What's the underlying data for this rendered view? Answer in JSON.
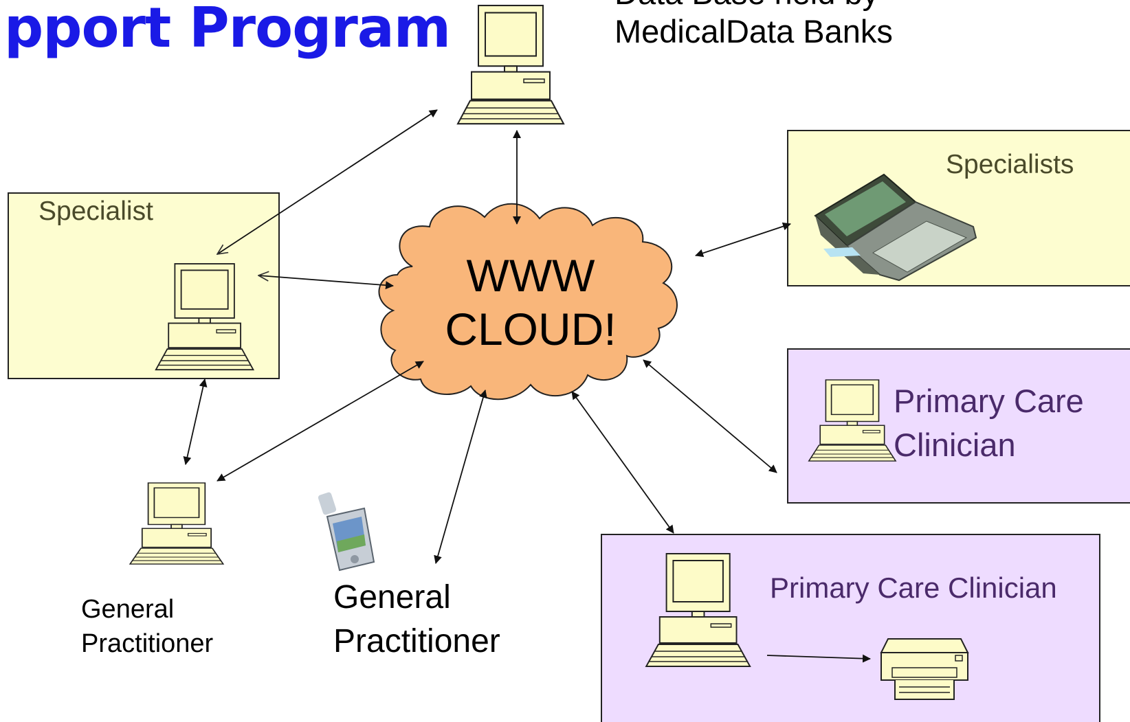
{
  "title": "pport Program",
  "database": {
    "caption": "Data Base held by MedicalData Banks",
    "icon": "desktop-computer-icon"
  },
  "cloud": {
    "label": "WWW CLOUD!",
    "fill_color": "#f9b67a"
  },
  "nodes": {
    "specialist_left": {
      "label": "Specialist",
      "icon": "desktop-computer-icon"
    },
    "specialists_right": {
      "label": "Specialists",
      "icon": "handheld-pc-icon"
    },
    "primary_care_1": {
      "label": "Primary Care Clinician",
      "icon": "desktop-computer-icon"
    },
    "primary_care_2": {
      "label": "Primary Care Clinician",
      "icons": [
        "desktop-computer-icon",
        "printer-icon"
      ]
    },
    "gp_left": {
      "label": "General Practitioner",
      "icon": "desktop-computer-icon"
    },
    "gp_middle": {
      "label": "General Practitioner",
      "icon": "pda-icon"
    }
  },
  "colors": {
    "title": "#1a1ae6",
    "yellow_box": "#fdfdd0",
    "purple_box": "#eedcff",
    "cloud": "#f9b67a"
  }
}
